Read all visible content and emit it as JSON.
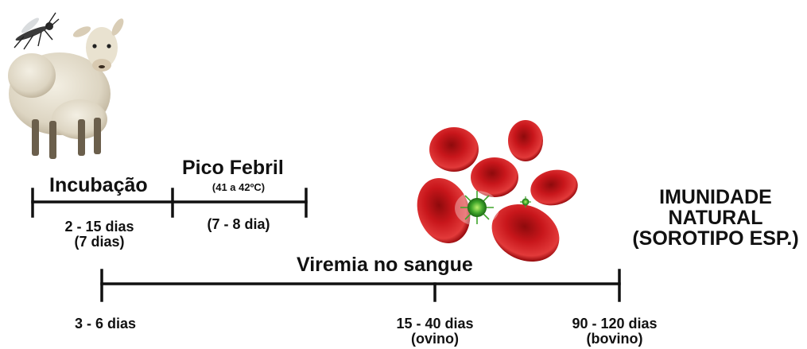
{
  "phases": {
    "incubation": {
      "title": "Incubação",
      "range": "2 - 15 dias",
      "typical": "(7 dias)"
    },
    "fever": {
      "title": "Pico Febril",
      "temperature": "(41 a 42ºC)",
      "range": "(7 - 8 dia)"
    }
  },
  "viremia": {
    "title": "Viremia no sangue",
    "start": "3 - 6 dias",
    "mid": {
      "range": "15 - 40 dias",
      "species": "(ovino)"
    },
    "end": {
      "range": "90 - 120 dias",
      "species": "(bovino)"
    }
  },
  "immunity": {
    "line1": "IMUNIDADE",
    "line2": "NATURAL",
    "line3": "(SOROTIPO ESP.)"
  },
  "icons": {
    "sheep": "sheep-with-mosquito-illustration",
    "cells": "red-blood-cells-with-virus-illustration"
  },
  "colors": {
    "line": "#111111",
    "blood_cell": "#c8161b",
    "virus": "#3fa52a"
  }
}
